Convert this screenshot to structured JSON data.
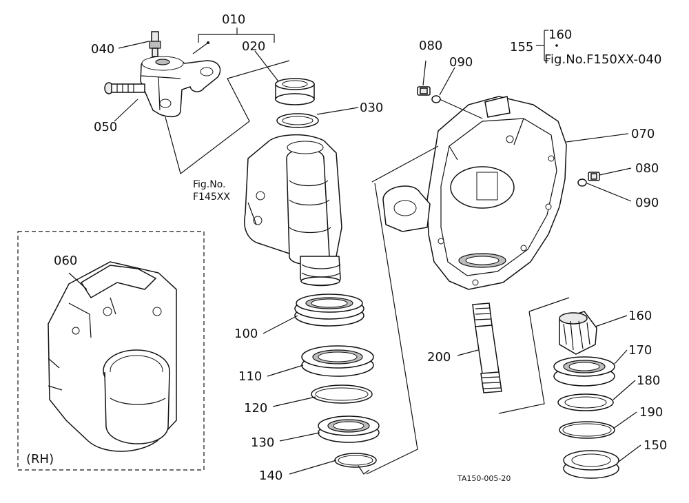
{
  "labels": {
    "p010": "010",
    "p020": "020",
    "p030": "030",
    "p040": "040",
    "p050": "050",
    "p060": "060",
    "p070": "070",
    "p080a": "080",
    "p090a": "090",
    "p080b": "080",
    "p090b": "090",
    "p100": "100",
    "p110": "110",
    "p120": "120",
    "p130": "130",
    "p140": "140",
    "p150": "150",
    "p155": "155",
    "p160": "160",
    "p160ref": "160",
    "p170": "170",
    "p180": "180",
    "p190": "190",
    "p200": "200"
  },
  "refs": {
    "figref_a_line1": "Fig.No.",
    "figref_a_line2": "F145XX",
    "figref_b": "Fig.No.F150XX-040",
    "rh": "(RH)",
    "drawing_id": "TA150-005-20"
  }
}
